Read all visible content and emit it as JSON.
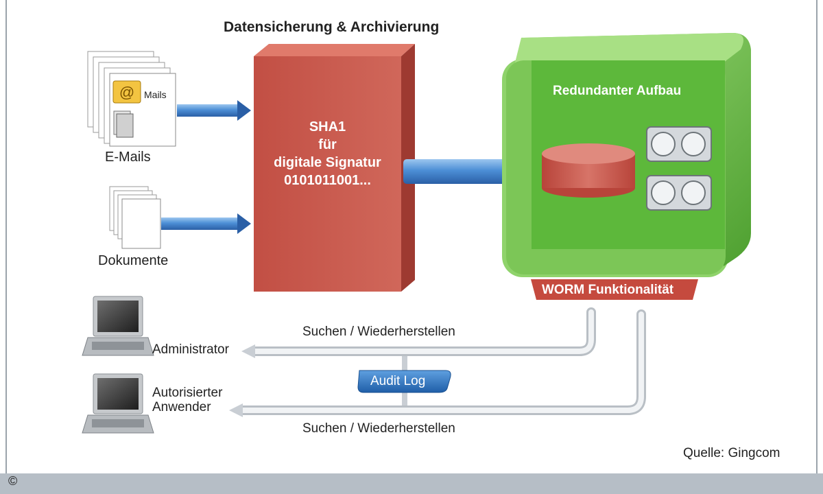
{
  "title": "Datensicherung & Archivierung",
  "sources": {
    "emails_label": "E-Mails",
    "mails_tag": "Mails",
    "documents_label": "Dokumente"
  },
  "processor": {
    "line1": "SHA1",
    "line2": "für",
    "line3": "digitale Signatur",
    "line4": "0101011001..."
  },
  "storage": {
    "title": "Redundanter Aufbau",
    "worm_label": "WORM Funktionalität"
  },
  "users": {
    "admin_label": "Administrator",
    "auth_user_line1": "Autorisierter",
    "auth_user_line2": "Anwender"
  },
  "flows": {
    "search_restore_top": "Suchen / Wiederherstellen",
    "search_restore_bottom": "Suchen / Wiederherstellen",
    "audit_log": "Audit Log"
  },
  "source_credit": "Quelle: Gingcom",
  "copyright_symbol": "©",
  "colors": {
    "processor_red": "#c9584c",
    "storage_green": "#5cb53a",
    "arrow_blue": "#3f7fc4",
    "worm_red": "#c54a3e"
  }
}
